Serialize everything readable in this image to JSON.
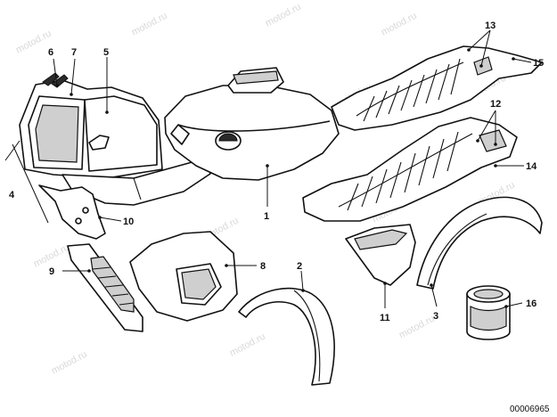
{
  "watermark": "motod.ru",
  "document_number": "00006965",
  "callouts": {
    "c1": "1",
    "c2": "2",
    "c3": "3",
    "c4": "4",
    "c5": "5",
    "c6": "6",
    "c7": "7",
    "c8": "8",
    "c9": "9",
    "c10": "10",
    "c11": "11",
    "c12": "12",
    "c13": "13",
    "c14": "14",
    "c15": "15",
    "c16": "16"
  }
}
